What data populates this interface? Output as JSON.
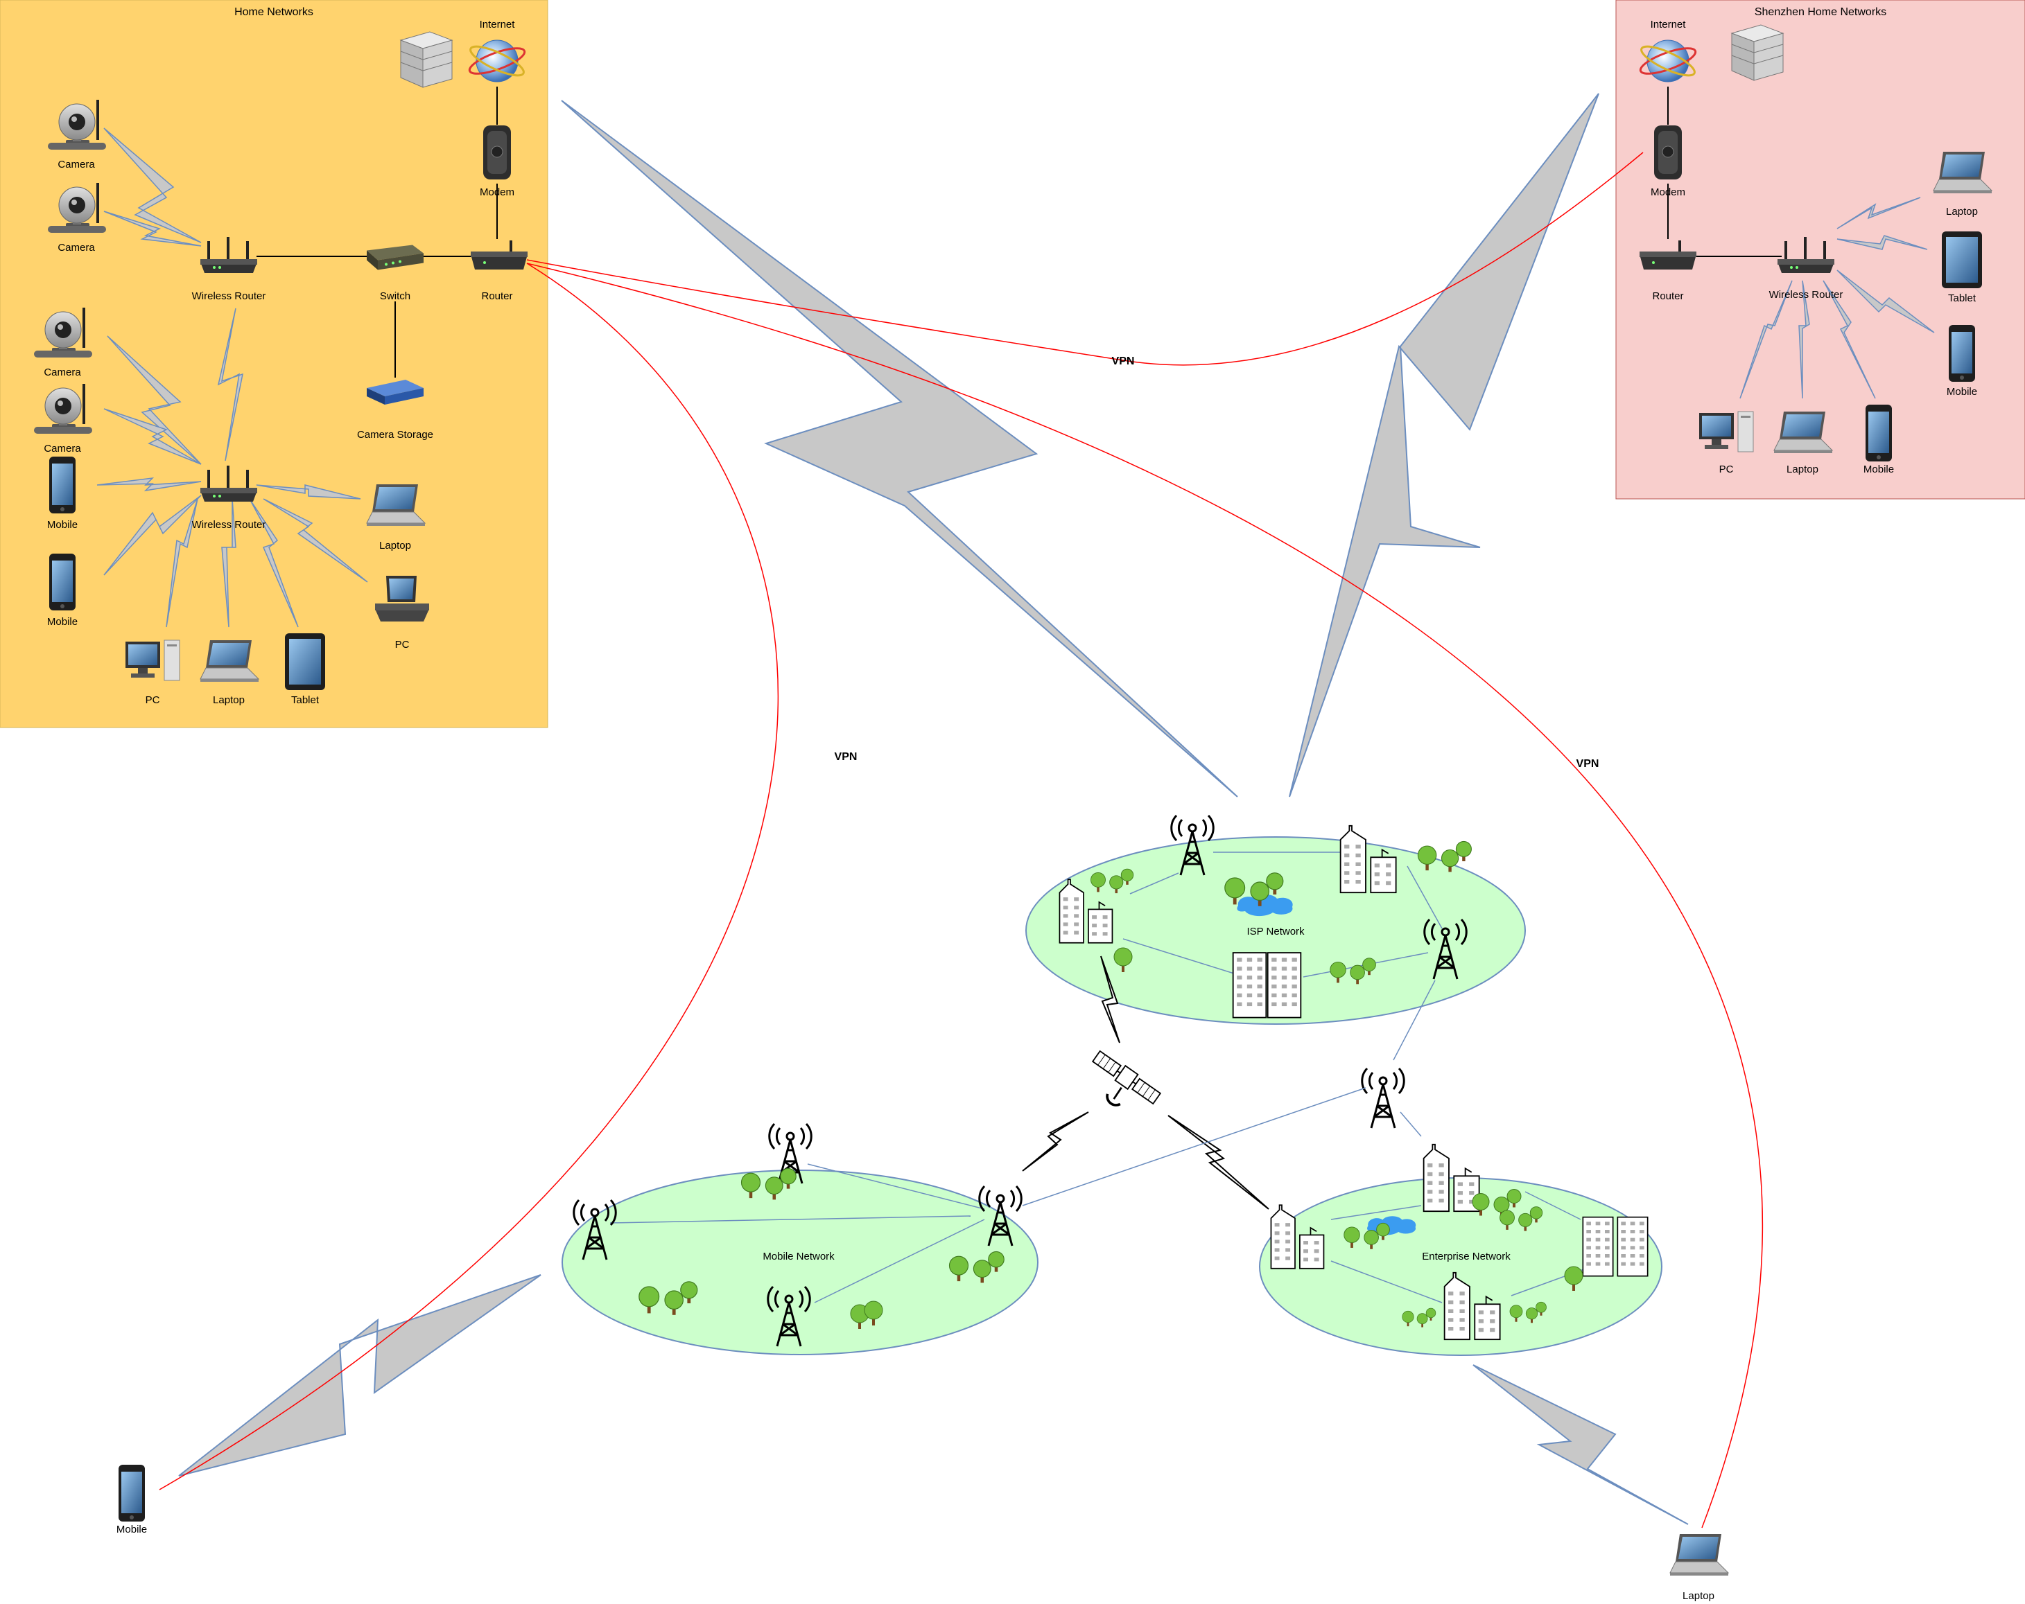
{
  "regions": {
    "home": {
      "title": "Home Networks",
      "fill": "#FFD36E"
    },
    "shenzhen": {
      "title": "Shenzhen Home Networks",
      "fill": "#F8CECC"
    }
  },
  "home_labels": {
    "internet": "Internet",
    "modem": "Modem",
    "camera1": "Camera",
    "camera2": "Camera",
    "camera3": "Camera",
    "camera4": "Camera",
    "wireless_router1": "Wireless Router",
    "switch": "Switch",
    "router": "Router",
    "camera_storage": "Camera Storage",
    "mobile1": "Mobile",
    "mobile2": "Mobile",
    "wireless_router2": "Wireless Router",
    "laptop1": "Laptop",
    "pc1": "PC",
    "pc2": "PC",
    "laptop2": "Laptop",
    "tablet": "Tablet"
  },
  "shenzhen_labels": {
    "internet": "Internet",
    "modem": "Modem",
    "router": "Router",
    "wireless_router": "Wireless Router",
    "laptop": "Laptop",
    "tablet": "Tablet",
    "mobile_right": "Mobile",
    "pc": "PC",
    "laptop_bottom": "Laptop",
    "mobile_bottom": "Mobile"
  },
  "networks": {
    "isp": "ISP Network",
    "mobile": "Mobile Network",
    "enterprise": "Enterprise Network"
  },
  "remote": {
    "mobile": "Mobile",
    "laptop": "Laptop"
  },
  "vpn": {
    "top": "VPN",
    "left": "VPN",
    "right": "VPN"
  },
  "colors": {
    "vpn_line": "#FF0000",
    "network_fill": "#CCFFCC",
    "bolt_fill": "#C8C8C8",
    "bolt_stroke": "#6C8EBF",
    "link_line": "#6C8EBF"
  }
}
